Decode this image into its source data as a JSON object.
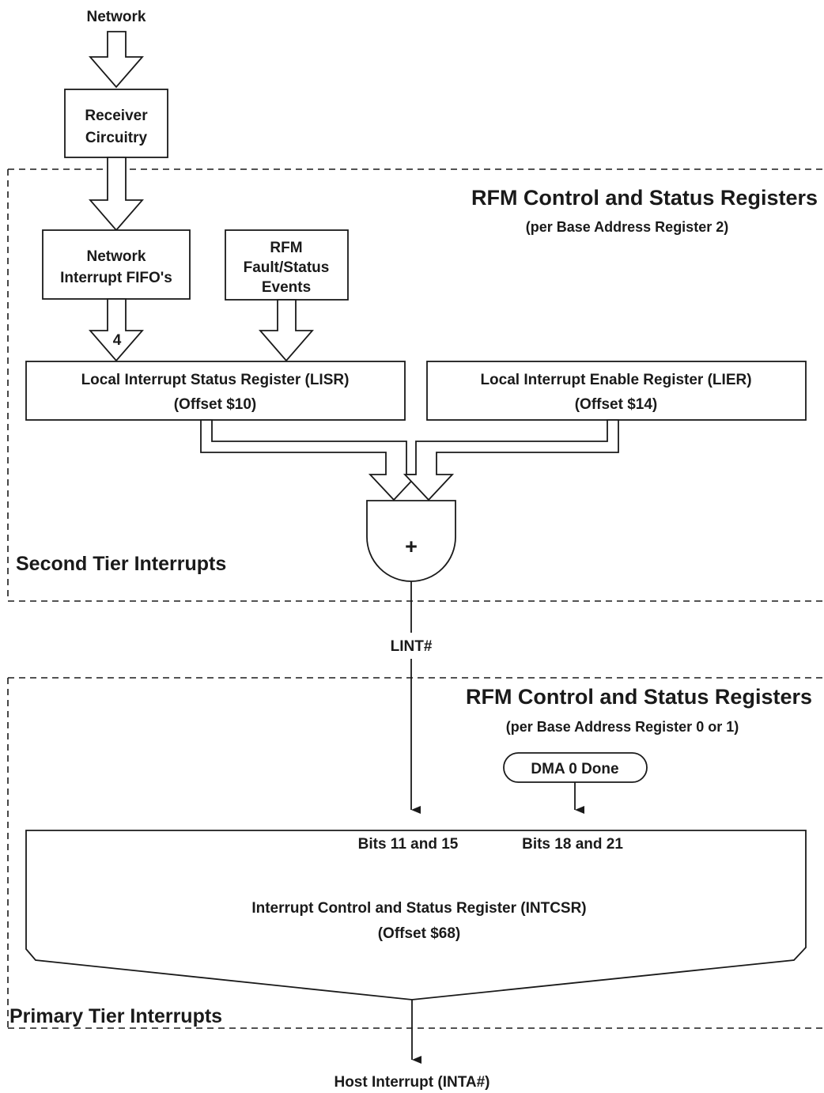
{
  "labels": {
    "network": "Network",
    "receiver_line1": "Receiver",
    "receiver_line2": "Circuitry",
    "section1_title": "RFM Control and Status Registers",
    "section1_subtitle": "(per Base Address Register 2)",
    "fifo_line1": "Network",
    "fifo_line2": "Interrupt FIFO's",
    "fault_line1": "RFM",
    "fault_line2": "Fault/Status",
    "fault_line3": "Events",
    "fifo_count": "4",
    "lisr_line1": "Local Interrupt Status Register (LISR)",
    "lisr_line2": "(Offset $10)",
    "lier_line1": "Local Interrupt Enable Register (LIER)",
    "lier_line2": "(Offset $14)",
    "gate_symbol": "+",
    "second_tier": "Second Tier Interrupts",
    "lint": "LINT#",
    "section2_title": "RFM Control and Status Registers",
    "section2_subtitle": "(per Base Address Register 0 or 1)",
    "dma_done": "DMA 0 Done",
    "bits_a": "Bits 11 and 15",
    "bits_b": "Bits 18 and 21",
    "intcsr_line1": "Interrupt Control and Status Register (INTCSR)",
    "intcsr_line2": "(Offset $68)",
    "primary_tier": "Primary Tier Interrupts",
    "host_interrupt": "Host Interrupt (INTA#)"
  }
}
